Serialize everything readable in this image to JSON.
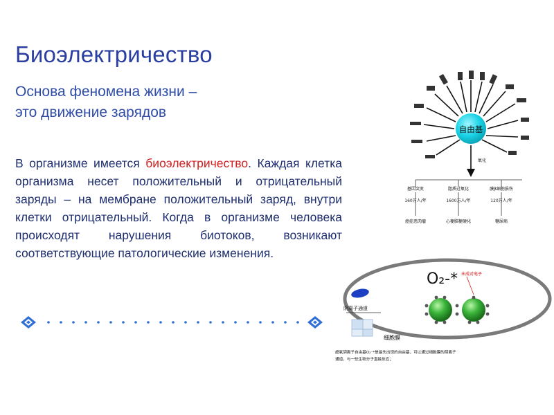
{
  "slide": {
    "title": "Биоэлектричество",
    "subtitle_line1": "Основа феномена жизни –",
    "subtitle_line2": "это движение зарядов",
    "body_part1": "В организме имеется ",
    "body_highlight": "биоэлектричество",
    "body_part2": ". Каждая клетка организма несет положительный и отрицательный заряды – на мембране положительный заряд, внутри клетки отрицательный. Когда в организме человека происходят нарушения биотоков, возникают соответствующие патологические изменения."
  },
  "diagram_top": {
    "center_label": "自由基",
    "arrow_label": "氧化",
    "col1_head": "基因突变",
    "col2_head": "脂质过氧化",
    "col3_head": "膜β细胞损伤",
    "col1_rate": "160万人/年",
    "col2_rate": "1600万人/年",
    "col3_rate": "120万人/年",
    "col1_result": "癌症恶肉瘤",
    "col2_result": "心梗脑梗硬化",
    "col3_result": "糖尿病"
  },
  "diagram_bottom": {
    "ion_label": "O₂-*",
    "electron_label": "未成对电子",
    "channel_label": "阴离子通道",
    "membrane_label": "细胞膜",
    "caption_line1": "超氧阴离子自由基O₂⁻*是最先出现的自由基，可以通过细胞膜的阴离子",
    "caption_line2": "通道，与一些生物分子直接反应；"
  },
  "colors": {
    "title": "#2a3fa0",
    "body": "#1f2f6f",
    "highlight": "#d2201e",
    "cyan_ball": "#19d3e6",
    "green_atom": "#2e9e2e",
    "divider": "#2f6fd6"
  }
}
